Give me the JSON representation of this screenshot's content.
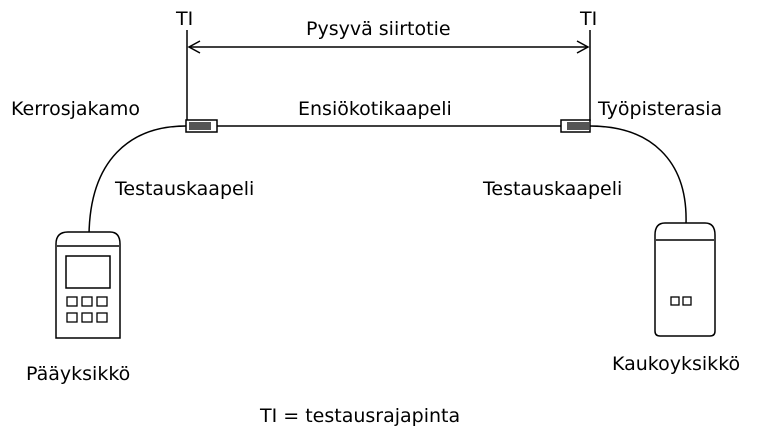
{
  "diagram": {
    "labels": {
      "ti_left": "TI",
      "ti_right": "TI",
      "permanent_link": "Pysyvä siirtotie",
      "floor_distributor": "Kerrosjakamo",
      "primary_cable": "Ensiökotikaapeli",
      "work_area_outlet": "Työpisterasia",
      "test_cable_left": "Testauskaapeli",
      "test_cable_right": "Testauskaapeli",
      "main_unit": "Pääyksikkö",
      "remote_unit": "Kaukoyksikkö",
      "legend": "TI = testausrajapinta"
    }
  }
}
